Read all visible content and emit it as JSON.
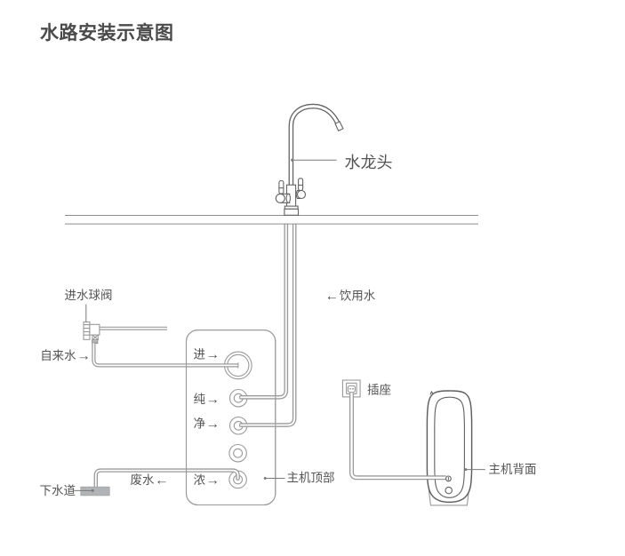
{
  "title": "水路安装示意图",
  "colors": {
    "line": "#9a9a9a",
    "tube": "#9b9b9b",
    "dark": "#646464",
    "counter": "#8d8d8d",
    "leader": "#7a7a7a",
    "text": "#545454",
    "title": "#4a4a4a",
    "drain_fill": "#b1b3b6"
  },
  "labels": {
    "faucet": "水龙头",
    "inlet_valve": "进水球阀",
    "tap_water": {
      "text": "自来水",
      "arrow": "→"
    },
    "drinking_water": {
      "arrow": "←",
      "text": "饮用水"
    },
    "socket": "插座",
    "unit_top": "主机顶部",
    "unit_back": "主机背面",
    "drain": "下水道",
    "waste_water": {
      "text": "废水",
      "arrow": "←"
    },
    "port_in": {
      "text": "进",
      "arrow": "→"
    },
    "port_pure": {
      "text": "纯",
      "arrow": "→"
    },
    "port_clean": {
      "text": "净",
      "arrow": "→"
    },
    "port_waste": {
      "text": "浓",
      "arrow": "→"
    }
  }
}
